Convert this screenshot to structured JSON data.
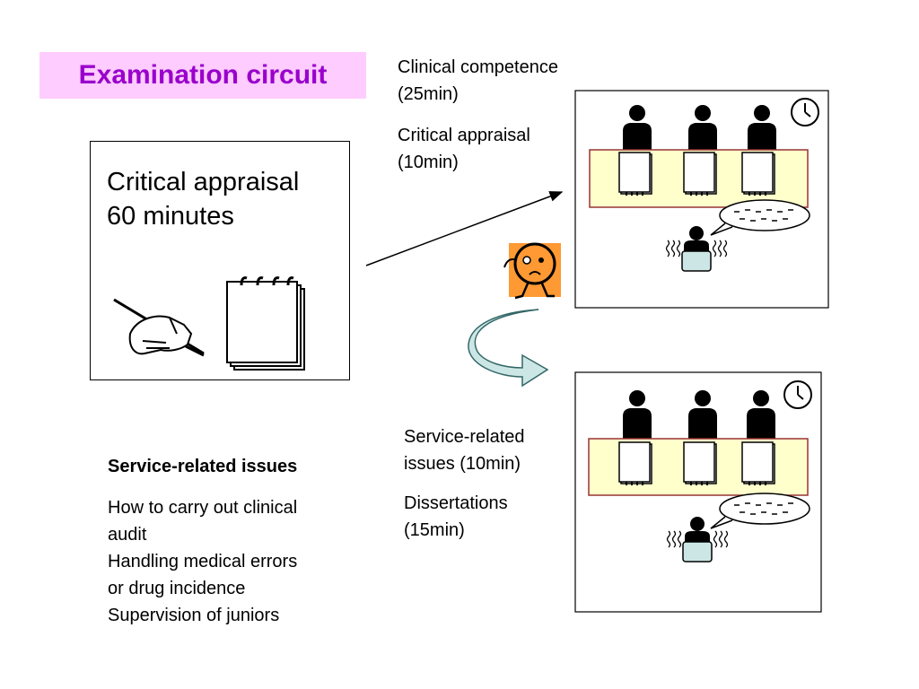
{
  "title": "Examination circuit",
  "critical_appraisal_box": {
    "line1": "Critical appraisal",
    "line2": "60 minutes"
  },
  "station_1_labels": {
    "line1": "Clinical competence",
    "line2": "(25min)",
    "line3": "Critical appraisal",
    "line4": "(10min)"
  },
  "station_2_labels": {
    "line1": "Service-related",
    "line2": "issues (10min)",
    "line3": "Dissertations",
    "line4": "(15min)"
  },
  "service_issues": {
    "heading": "Service-related issues",
    "line1": "How to carry out clinical",
    "line2": "audit",
    "line3": "Handling medical errors",
    "line4": "or drug incidence",
    "line5": "Supervision of juniors"
  },
  "colors": {
    "title_bg": "#ffccff",
    "title_text": "#9900cc",
    "table_fill": "#ffffcc",
    "table_border": "#993333",
    "desk_fill": "#cce6e6",
    "curved_arrow_fill": "#cce6e6",
    "candidate_bg": "#ff9933"
  },
  "icons": {
    "writing_hand": "writing-hand-icon",
    "notepad": "notepad-icon",
    "clock": "clock-icon",
    "examiner": "examiner-icon",
    "candidate": "candidate-icon",
    "speech_bubble": "speech-bubble-icon",
    "worried_face": "worried-candidate-icon",
    "curved_arrow": "curved-arrow-icon"
  }
}
